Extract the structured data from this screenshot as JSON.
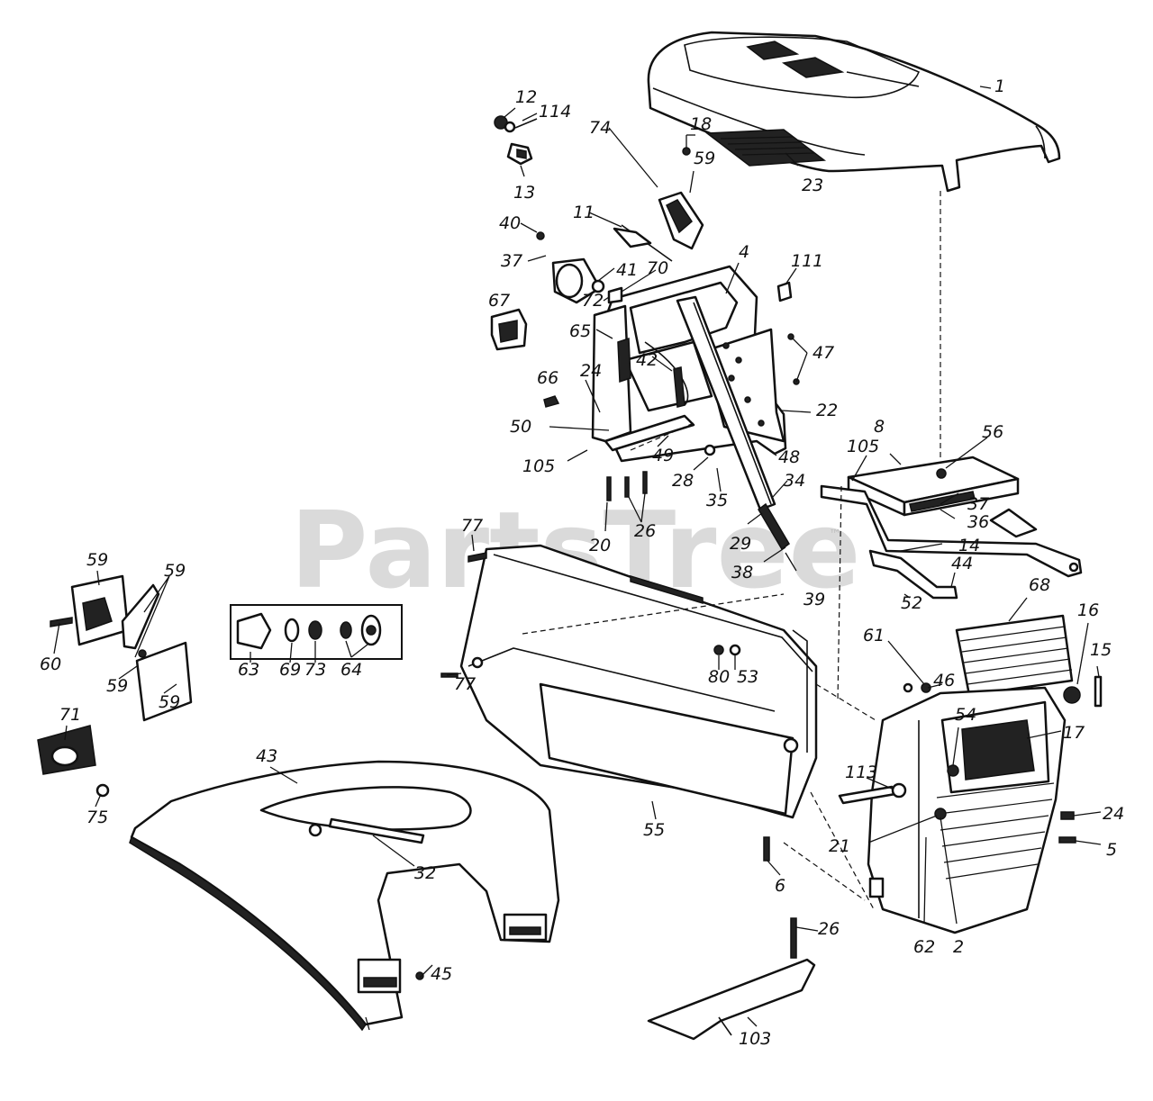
{
  "watermark": "PartsTree",
  "watermark_mark": "™",
  "callouts": {
    "c1": "1",
    "c2": "2",
    "c4": "4",
    "c5": "5",
    "c6": "6",
    "c8": "8",
    "c11": "11",
    "c12": "12",
    "c13": "13",
    "c14": "14",
    "c15": "15",
    "c16": "16",
    "c17": "17",
    "c18": "18",
    "c20": "20",
    "c21": "21",
    "c22": "22",
    "c23": "23",
    "c24a": "24",
    "c24b": "24",
    "c26a": "26",
    "c26b": "26",
    "c28": "28",
    "c29": "29",
    "c32": "32",
    "c34": "34",
    "c35": "35",
    "c36": "36",
    "c37a": "37",
    "c37b": "37",
    "c38": "38",
    "c39": "39",
    "c40": "40",
    "c41": "41",
    "c42": "42",
    "c43": "43",
    "c44": "44",
    "c45": "45",
    "c46": "46",
    "c47": "47",
    "c48": "48",
    "c49": "49",
    "c50": "50",
    "c52": "52",
    "c53": "53",
    "c54": "54",
    "c55": "55",
    "c56": "56",
    "c59a": "59",
    "c59b": "59",
    "c59c": "59",
    "c59d": "59",
    "c59e": "59",
    "c60": "60",
    "c61": "61",
    "c62": "62",
    "c63": "63",
    "c64": "64",
    "c65": "65",
    "c66": "66",
    "c67": "67",
    "c68": "68",
    "c69": "69",
    "c70": "70",
    "c71": "71",
    "c72": "72",
    "c73": "73",
    "c74": "74",
    "c75": "75",
    "c77a": "77",
    "c77b": "77",
    "c80": "80",
    "c103": "103",
    "c105a": "105",
    "c105b": "105",
    "c111": "111",
    "c113": "113",
    "c114": "114"
  }
}
